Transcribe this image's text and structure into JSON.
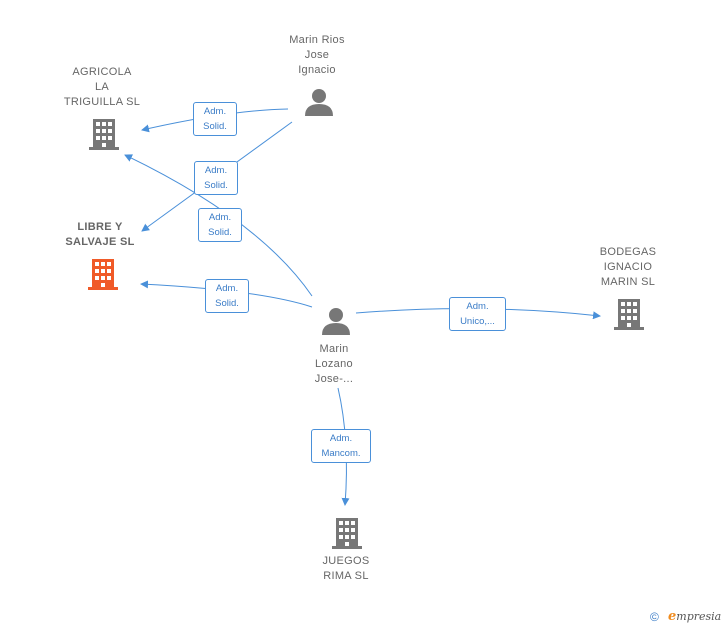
{
  "nodes": {
    "agricola": {
      "lines": [
        "AGRICOLA",
        "LA",
        "TRIGUILLA  SL"
      ],
      "type": "company"
    },
    "libre": {
      "lines": [
        "LIBRE Y",
        "SALVAJE  SL"
      ],
      "type": "company-main"
    },
    "bodegas": {
      "lines": [
        "BODEGAS",
        "IGNACIO",
        "MARIN  SL"
      ],
      "type": "company"
    },
    "juegos": {
      "lines": [
        "JUEGOS",
        "RIMA  SL"
      ],
      "type": "company"
    },
    "marin_rios": {
      "lines": [
        "Marin Rios",
        "Jose",
        "Ignacio"
      ],
      "type": "person"
    },
    "marin_lozano": {
      "lines": [
        "Marin",
        "Lozano",
        "Jose-..."
      ],
      "type": "person"
    }
  },
  "edges": [
    {
      "id": "e1",
      "lines": [
        "Adm.",
        "Solid."
      ]
    },
    {
      "id": "e2",
      "lines": [
        "Adm.",
        "Solid."
      ]
    },
    {
      "id": "e3",
      "lines": [
        "Adm.",
        "Solid."
      ]
    },
    {
      "id": "e4",
      "lines": [
        "Adm.",
        "Solid."
      ]
    },
    {
      "id": "e5",
      "lines": [
        "Adm.",
        "Unico,..."
      ]
    },
    {
      "id": "e6",
      "lines": [
        "Adm.",
        "Mancom."
      ]
    }
  ],
  "colors": {
    "edge": "#4a90d9",
    "company_icon": "#777777",
    "company_main_icon": "#f05a28",
    "person_icon": "#777777"
  },
  "footer": {
    "copyright_symbol": "©",
    "brand_initial": "e",
    "brand_rest": "mpresia"
  }
}
